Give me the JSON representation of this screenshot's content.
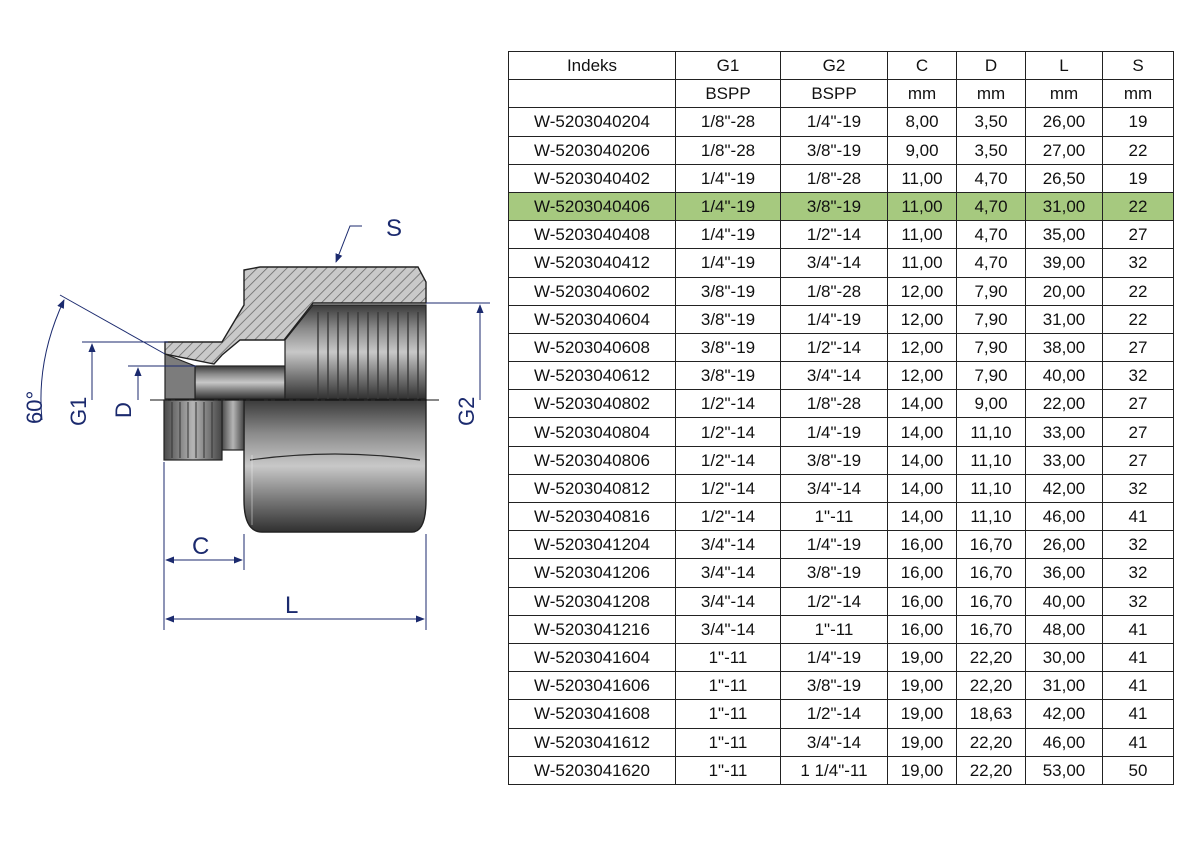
{
  "drawing": {
    "labels": {
      "s": "S",
      "angle": "60°",
      "g1": "G1",
      "d": "D",
      "g2": "G2",
      "c": "C",
      "l": "L"
    }
  },
  "table": {
    "header": [
      "Indeks",
      "G1",
      "G2",
      "C",
      "D",
      "L",
      "S"
    ],
    "units": [
      "",
      "BSPP",
      "BSPP",
      "mm",
      "mm",
      "mm",
      "mm"
    ],
    "highlight_color": "#a6c97f",
    "highlight_index": 3,
    "rows": [
      [
        "W-5203040204",
        "1/8\"-28",
        "1/4\"-19",
        "8,00",
        "3,50",
        "26,00",
        "19"
      ],
      [
        "W-5203040206",
        "1/8\"-28",
        "3/8\"-19",
        "9,00",
        "3,50",
        "27,00",
        "22"
      ],
      [
        "W-5203040402",
        "1/4\"-19",
        "1/8\"-28",
        "11,00",
        "4,70",
        "26,50",
        "19"
      ],
      [
        "W-5203040406",
        "1/4\"-19",
        "3/8\"-19",
        "11,00",
        "4,70",
        "31,00",
        "22"
      ],
      [
        "W-5203040408",
        "1/4\"-19",
        "1/2\"-14",
        "11,00",
        "4,70",
        "35,00",
        "27"
      ],
      [
        "W-5203040412",
        "1/4\"-19",
        "3/4\"-14",
        "11,00",
        "4,70",
        "39,00",
        "32"
      ],
      [
        "W-5203040602",
        "3/8\"-19",
        "1/8\"-28",
        "12,00",
        "7,90",
        "20,00",
        "22"
      ],
      [
        "W-5203040604",
        "3/8\"-19",
        "1/4\"-19",
        "12,00",
        "7,90",
        "31,00",
        "22"
      ],
      [
        "W-5203040608",
        "3/8\"-19",
        "1/2\"-14",
        "12,00",
        "7,90",
        "38,00",
        "27"
      ],
      [
        "W-5203040612",
        "3/8\"-19",
        "3/4\"-14",
        "12,00",
        "7,90",
        "40,00",
        "32"
      ],
      [
        "W-5203040802",
        "1/2\"-14",
        "1/8\"-28",
        "14,00",
        "9,00",
        "22,00",
        "27"
      ],
      [
        "W-5203040804",
        "1/2\"-14",
        "1/4\"-19",
        "14,00",
        "11,10",
        "33,00",
        "27"
      ],
      [
        "W-5203040806",
        "1/2\"-14",
        "3/8\"-19",
        "14,00",
        "11,10",
        "33,00",
        "27"
      ],
      [
        "W-5203040812",
        "1/2\"-14",
        "3/4\"-14",
        "14,00",
        "11,10",
        "42,00",
        "32"
      ],
      [
        "W-5203040816",
        "1/2\"-14",
        "1\"-11",
        "14,00",
        "11,10",
        "46,00",
        "41"
      ],
      [
        "W-5203041204",
        "3/4\"-14",
        "1/4\"-19",
        "16,00",
        "16,70",
        "26,00",
        "32"
      ],
      [
        "W-5203041206",
        "3/4\"-14",
        "3/8\"-19",
        "16,00",
        "16,70",
        "36,00",
        "32"
      ],
      [
        "W-5203041208",
        "3/4\"-14",
        "1/2\"-14",
        "16,00",
        "16,70",
        "40,00",
        "32"
      ],
      [
        "W-5203041216",
        "3/4\"-14",
        "1\"-11",
        "16,00",
        "16,70",
        "48,00",
        "41"
      ],
      [
        "W-5203041604",
        "1\"-11",
        "1/4\"-19",
        "19,00",
        "22,20",
        "30,00",
        "41"
      ],
      [
        "W-5203041606",
        "1\"-11",
        "3/8\"-19",
        "19,00",
        "22,20",
        "31,00",
        "41"
      ],
      [
        "W-5203041608",
        "1\"-11",
        "1/2\"-14",
        "19,00",
        "18,63",
        "42,00",
        "41"
      ],
      [
        "W-5203041612",
        "1\"-11",
        "3/4\"-14",
        "19,00",
        "22,20",
        "46,00",
        "41"
      ],
      [
        "W-5203041620",
        "1\"-11",
        "1 1/4\"-11",
        "19,00",
        "22,20",
        "53,00",
        "50"
      ]
    ]
  }
}
